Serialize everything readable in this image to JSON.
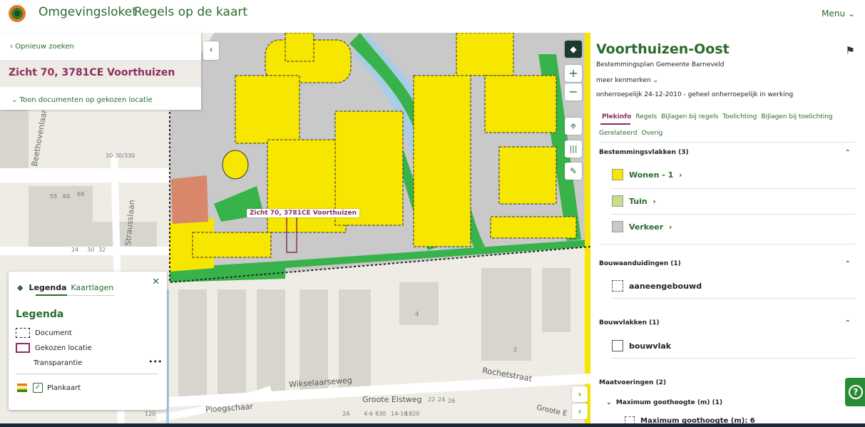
{
  "header": {
    "app_title": "Omgevingsloket",
    "subtitle": "Regels op de kaart",
    "menu": "Menu"
  },
  "search": {
    "back": "Opnieuw zoeken",
    "address": "Zicht 70, 3781CE Voorthuizen",
    "doc_toggle": "Toon documenten op gekozen locatie"
  },
  "map": {
    "marker_label": "Zicht 70, 3781CE Voorthuizen",
    "street_labels": [
      "Beethovenlaan",
      "Strausslaan",
      "Wikselaarseweg",
      "Groote Elstweg",
      "Ploegschaar",
      "Rochetstraat",
      "Groote E"
    ],
    "house_numbers": [
      "30-30/330",
      "55",
      "60",
      "68",
      "24",
      "30",
      "32",
      "4",
      "2",
      "2A",
      "4-6",
      "830",
      "14-16",
      "1820",
      "22",
      "24",
      "26",
      "120"
    ]
  },
  "legend": {
    "tab_active": "Legenda",
    "tab_other": "Kaartlagen",
    "heading": "Legenda",
    "item_document": "Document",
    "item_location": "Gekozen locatie",
    "transparency": "Transparantie",
    "plankaart": "Plankaart"
  },
  "info": {
    "title": "Voorthuizen-Oost",
    "plan_type": "Bestemmingsplan  Gemeente Barneveld",
    "meer": "meer kenmerken",
    "status": "onherroepelijk 24-12-2010 - geheel onherroepelijk in werking",
    "tabs_row1": [
      "Plekinfo",
      "Regels",
      "Bijlagen bij regels",
      "Toelichting",
      "Bijlagen bij toelichting"
    ],
    "tabs_row2": [
      "Gerelateerd",
      "Overig"
    ],
    "sections": {
      "bestemmingsvlakken": "Bestemmingsvlakken (3)",
      "wonen": "Wonen - 1",
      "tuin": "Tuin",
      "verkeer": "Verkeer",
      "bouwaanduidingen": "Bouwaanduidingen (1)",
      "aaneengebouwd": "aaneengebouwd",
      "bouwvlakken": "Bouwvlakken (1)",
      "bouwvlak": "bouwvlak",
      "maatvoeringen": "Maatvoeringen (2)",
      "max_goothoogte": "Maximum goothoogte (m) (1)",
      "max_goothoogte_item": "Maximum goothoogte (m): 6"
    },
    "colors": {
      "wonen": "#f6e600",
      "tuin": "#c8dc8c",
      "verkeer": "#c8c8c8",
      "accent": "#2a6b2e",
      "location": "#8b2f5a"
    }
  },
  "icons": {
    "layers": "layers-icon",
    "zoom_in": "plus-icon",
    "zoom_out": "minus-icon",
    "locate": "locate-icon",
    "measure": "ruler-icon",
    "draw": "pencil-icon",
    "help": "help-icon"
  }
}
